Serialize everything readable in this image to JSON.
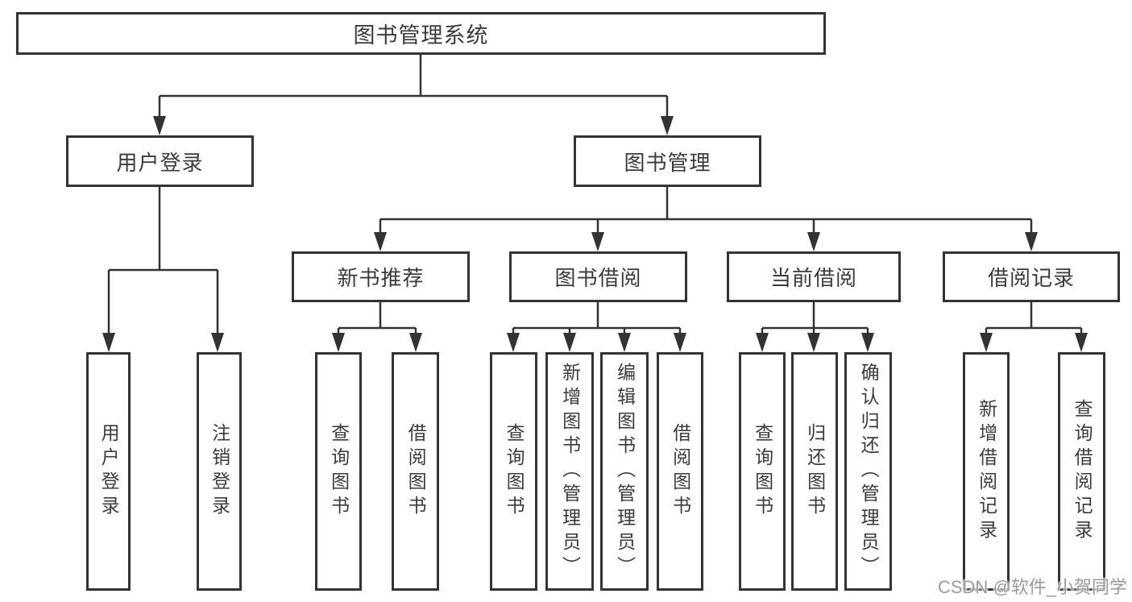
{
  "diagram": {
    "root": {
      "label": "图书管理系统"
    },
    "level2": [
      {
        "label": "用户登录"
      },
      {
        "label": "图书管理"
      }
    ],
    "level3": [
      {
        "parent": "图书管理",
        "label": "新书推荐"
      },
      {
        "parent": "图书管理",
        "label": "图书借阅"
      },
      {
        "parent": "图书管理",
        "label": "当前借阅"
      },
      {
        "parent": "图书管理",
        "label": "借阅记录"
      }
    ],
    "leaves": [
      {
        "parent": "用户登录",
        "label": "用户登录"
      },
      {
        "parent": "用户登录",
        "label": "注销登录"
      },
      {
        "parent": "新书推荐",
        "label": "查询图书"
      },
      {
        "parent": "新书推荐",
        "label": "借阅图书"
      },
      {
        "parent": "图书借阅",
        "label": "查询图书"
      },
      {
        "parent": "图书借阅",
        "label": "新增图书（管理员）"
      },
      {
        "parent": "图书借阅",
        "label": "编辑图书（管理员）"
      },
      {
        "parent": "图书借阅",
        "label": "借阅图书"
      },
      {
        "parent": "当前借阅",
        "label": "查询图书"
      },
      {
        "parent": "当前借阅",
        "label": "归还图书"
      },
      {
        "parent": "当前借阅",
        "label": "确认归还（管理员）"
      },
      {
        "parent": "借阅记录",
        "label": "新增借阅记录"
      },
      {
        "parent": "借阅记录",
        "label": "查询借阅记录"
      }
    ],
    "watermark": "CSDN @软件_小贺同学",
    "colors": {
      "line": "#333333",
      "text": "#3b3b3b",
      "watermark": "#9a9a9a",
      "background": "#ffffff"
    }
  }
}
